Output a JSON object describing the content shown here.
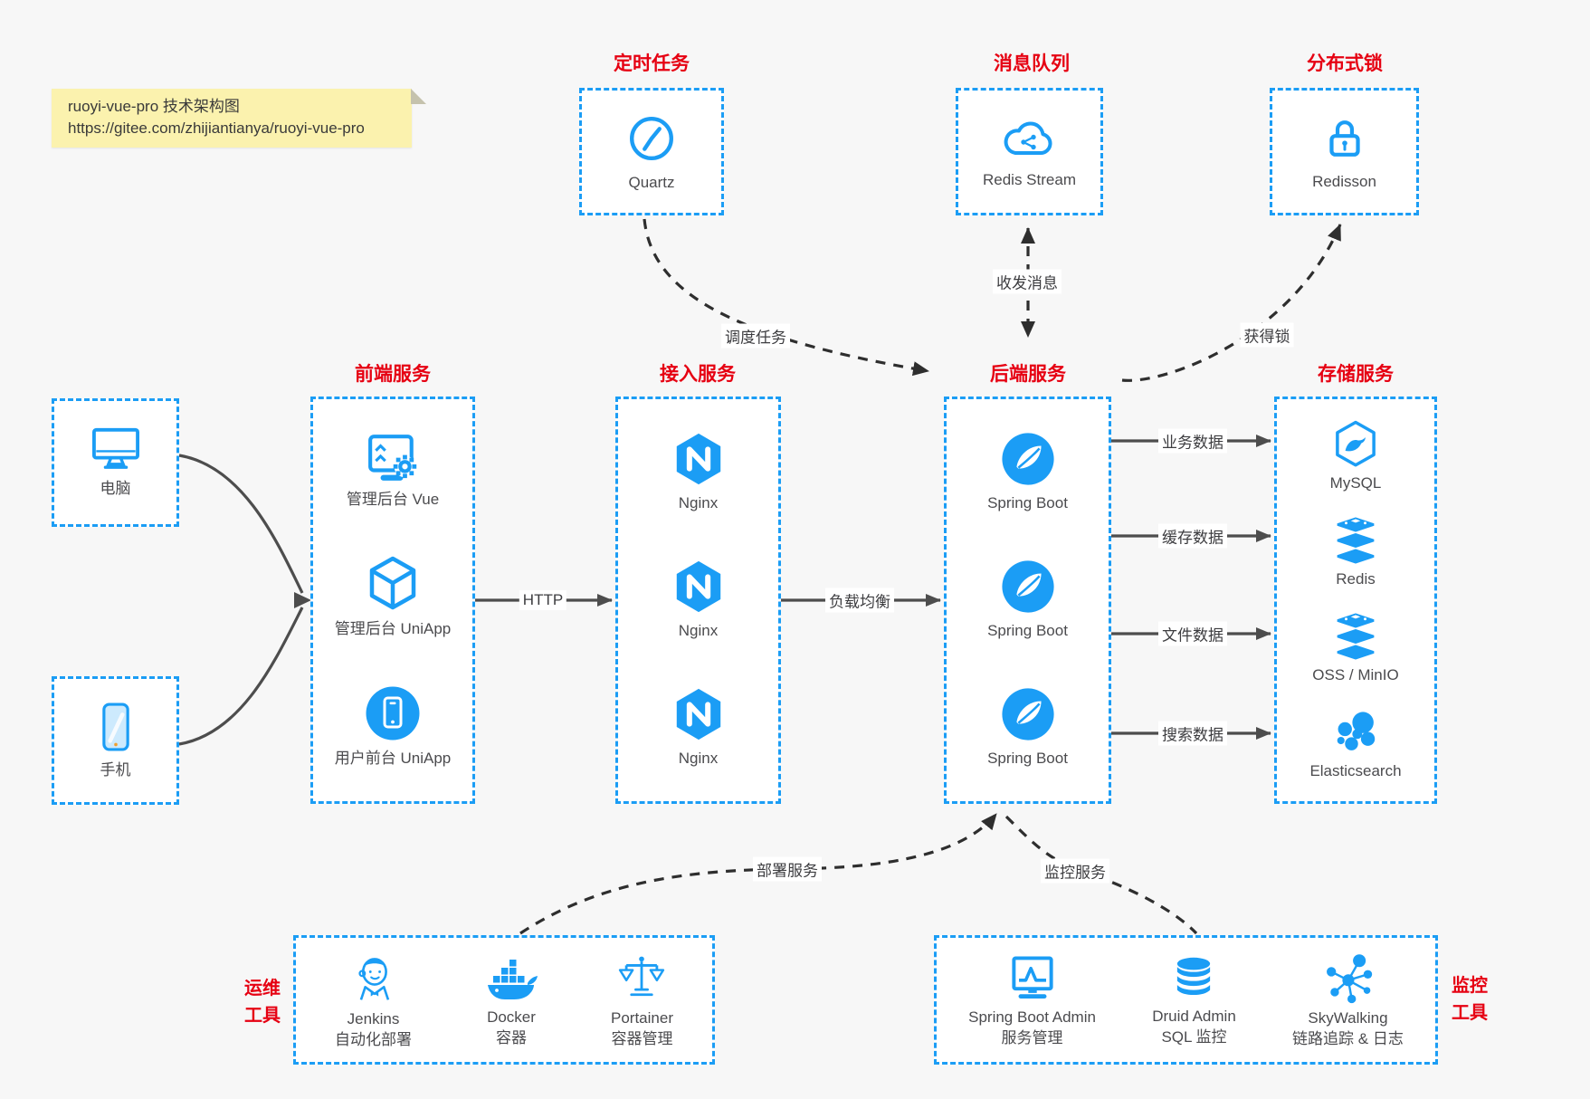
{
  "colors": {
    "accent_blue": "#1b9df5",
    "title_red": "#e60012",
    "solid_arrow": "#4d4d4d",
    "dashed_arrow": "#2e2e2e",
    "note_yellow": "#fbf2ae",
    "box_background": "#ffffff",
    "page_background": "#f7f7f7"
  },
  "note": {
    "line1": "ruoyi-vue-pro 技术架构图",
    "line2": "https://gitee.com/zhijiantianya/ruoyi-vue-pro"
  },
  "top": [
    {
      "title": "定时任务",
      "label": "Quartz",
      "icon": "clock-icon"
    },
    {
      "title": "消息队列",
      "label": "Redis Stream",
      "icon": "cloud-share-icon"
    },
    {
      "title": "分布式锁",
      "label": "Redisson",
      "icon": "lock-icon"
    }
  ],
  "clients": [
    {
      "label": "电脑",
      "icon": "desktop-icon"
    },
    {
      "label": "手机",
      "icon": "smartphone-icon"
    }
  ],
  "frontend": {
    "title": "前端服务",
    "items": [
      {
        "label": "管理后台 Vue",
        "icon": "admin-screen-gear-icon"
      },
      {
        "label": "管理后台 UniApp",
        "icon": "uniapp-cube-icon"
      },
      {
        "label": "用户前台 UniApp",
        "icon": "user-app-circle-icon"
      }
    ]
  },
  "gateway": {
    "title": "接入服务",
    "items": [
      {
        "label": "Nginx",
        "icon": "nginx-icon"
      },
      {
        "label": "Nginx",
        "icon": "nginx-icon"
      },
      {
        "label": "Nginx",
        "icon": "nginx-icon"
      }
    ]
  },
  "backend": {
    "title": "后端服务",
    "items": [
      {
        "label": "Spring Boot",
        "icon": "spring-icon"
      },
      {
        "label": "Spring Boot",
        "icon": "spring-icon"
      },
      {
        "label": "Spring Boot",
        "icon": "spring-icon"
      }
    ]
  },
  "storage": {
    "title": "存储服务",
    "items": [
      {
        "label": "MySQL",
        "icon": "mysql-icon"
      },
      {
        "label": "Redis",
        "icon": "redis-stack-icon"
      },
      {
        "label": "OSS / MinIO",
        "icon": "redis-stack-icon"
      },
      {
        "label": "Elasticsearch",
        "icon": "elasticsearch-icon"
      }
    ]
  },
  "edges": {
    "http": "HTTP",
    "load_balance": "负载均衡",
    "business_data": "业务数据",
    "cache_data": "缓存数据",
    "file_data": "文件数据",
    "search_data": "搜索数据",
    "schedule": "调度任务",
    "messages": "收发消息",
    "acquire_lock": "获得锁",
    "deploy": "部署服务",
    "monitor": "监控服务"
  },
  "devops": {
    "side": [
      "运维",
      "工具"
    ],
    "items": [
      {
        "label": "Jenkins",
        "sub": "自动化部署",
        "icon": "jenkins-icon"
      },
      {
        "label": "Docker",
        "sub": "容器",
        "icon": "docker-icon"
      },
      {
        "label": "Portainer",
        "sub": "容器管理",
        "icon": "portainer-scales-icon"
      }
    ]
  },
  "monitoring": {
    "side": [
      "监控",
      "工具"
    ],
    "items": [
      {
        "label": "Spring Boot Admin",
        "sub": "服务管理",
        "icon": "monitor-pulse-icon"
      },
      {
        "label": "Druid Admin",
        "sub": "SQL 监控",
        "icon": "database-icon"
      },
      {
        "label": "SkyWalking",
        "sub": "链路追踪 & 日志",
        "icon": "network-nodes-icon"
      }
    ]
  }
}
